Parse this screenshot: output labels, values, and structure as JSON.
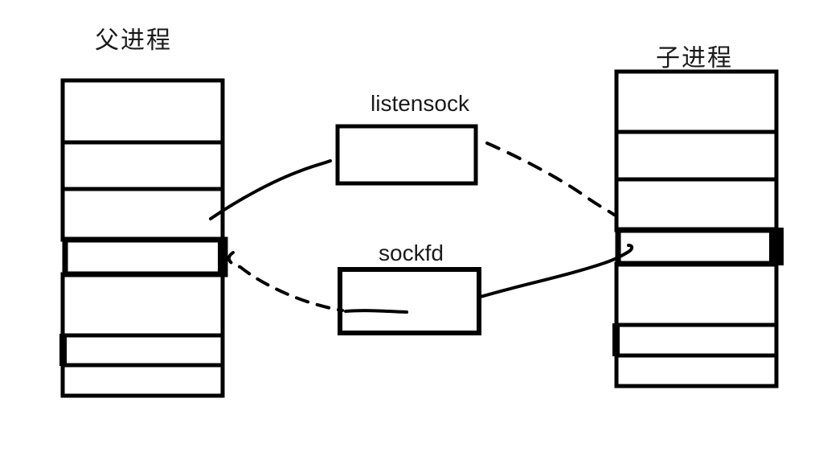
{
  "labels": {
    "parent_process": "父进程",
    "child_process": "子进程",
    "listensock": "listensock",
    "sockfd": "sockfd"
  },
  "diagram": {
    "description": "Hand-drawn diagram of parent and child process file descriptor tables sharing sockets after fork",
    "colors": {
      "background": "#ffffff",
      "ink": "#000000"
    },
    "parent_process_table": {
      "label": "父进程",
      "row_count": 7,
      "highlighted_row_index": 4
    },
    "child_process_table": {
      "label": "子进程",
      "row_count": 7,
      "highlighted_row_index": 4
    },
    "socket_boxes": [
      {
        "label": "listensock"
      },
      {
        "label": "sockfd"
      }
    ],
    "connections": [
      {
        "from": "parent-process-table",
        "to": "listensock-box",
        "style": "solid"
      },
      {
        "from": "parent-process-table",
        "to": "sockfd-box",
        "style": "dashed"
      },
      {
        "from": "listensock-box",
        "to": "child-process-table",
        "style": "dashed"
      },
      {
        "from": "sockfd-box",
        "to": "child-process-table",
        "style": "solid"
      }
    ]
  }
}
